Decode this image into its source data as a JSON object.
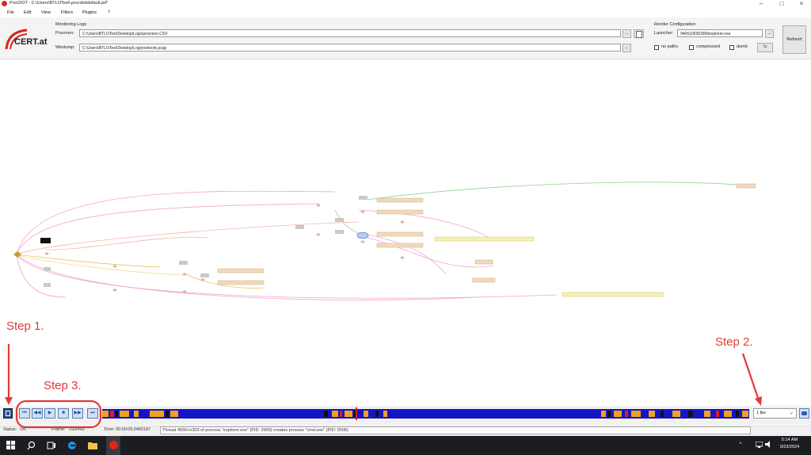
{
  "window": {
    "title": "ProcDOT - C:\\Users\\BTLOTest\\.procdot\\default.pd*",
    "minimize": "–",
    "maximize": "□",
    "close": "×"
  },
  "menu": [
    "File",
    "Edit",
    "View",
    "Filters",
    "Plugins",
    "?"
  ],
  "logo": {
    "text": "CERT.at",
    "color": "#d9261c"
  },
  "monitoring": {
    "header": "Monitoring Logs",
    "procmon_label": "Procmon:",
    "procmon_path": "C:\\Users\\BTLOTest\\Desktop\\Logs\\procmon.CSV",
    "windump_label": "Windump:",
    "windump_path": "C:\\Users\\BTLOTest\\Desktop\\Logs\\network.pcap",
    "browse": "..."
  },
  "render": {
    "header": "Render Configuration",
    "launcher_label": "Launcher:",
    "launcher_value": "9406100303900explorer.exe",
    "browse": "...",
    "no_paths": "no paths",
    "compressed": "compressed",
    "dumb": "dumb",
    "refresh": "Refresh"
  },
  "timeline": {
    "fps": "1 fps",
    "play_buttons": [
      "first",
      "prev",
      "play",
      "stop",
      "next",
      "last"
    ]
  },
  "status": {
    "status_label": "Status:",
    "status_value": "OK",
    "frame_label": "Frame:",
    "frame_value": "193/492",
    "time_label": "Time:",
    "time_value": "00:00:05.0492187",
    "message": "Thread 4556+n303 of process \"explorer.exe\" (PID: 3900) creates process \"cmd.exe\" (PID: 5508)"
  },
  "taskbar": {
    "time": "5:14 AM",
    "date": "9/23/2024"
  },
  "annotations": {
    "step1": "Step 1.",
    "step2": "Step 2.",
    "step3": "Step 3.",
    "color": "#e53935"
  }
}
